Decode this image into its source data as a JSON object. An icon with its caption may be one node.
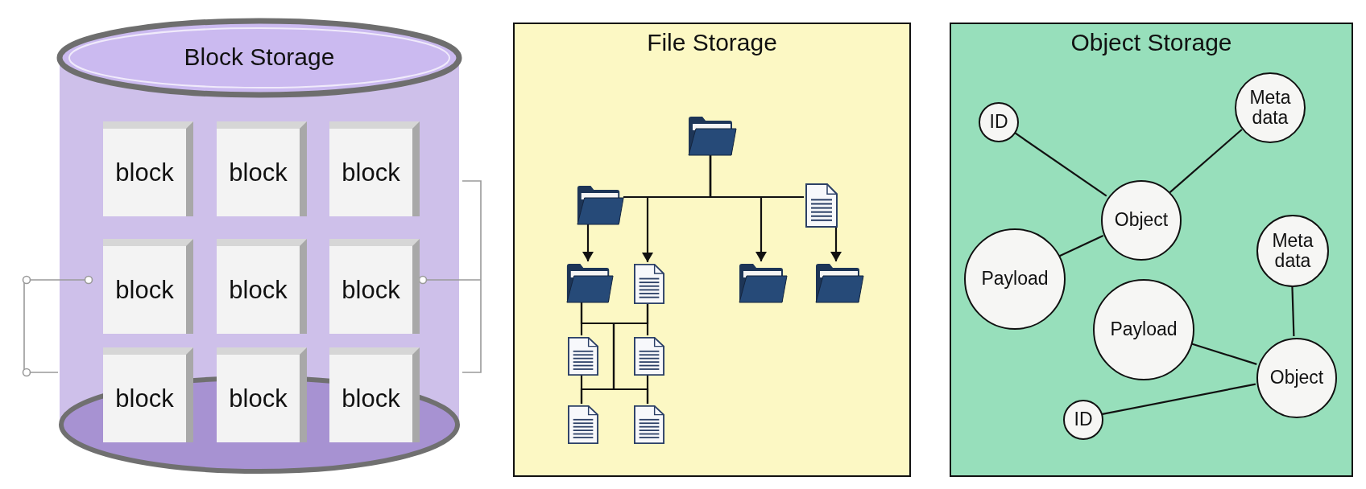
{
  "diagram": {
    "nodes": [
      {
        "text": [
          "Block Storage"
        ]
      },
      {
        "text": [
          "block"
        ],
        "in": 0
      },
      {
        "text": [
          "block"
        ],
        "in": 0
      },
      {
        "text": [
          "block"
        ],
        "in": 0
      },
      {
        "text": [
          "block"
        ],
        "in": 0
      },
      {
        "text": [
          "block"
        ],
        "in": 0
      },
      {
        "text": [
          "block"
        ],
        "in": 0
      },
      {
        "text": [
          "block"
        ],
        "in": 0
      },
      {
        "text": [
          "block"
        ],
        "in": 0
      },
      {
        "text": [
          "block"
        ],
        "in": 0
      },
      {
        "text": [
          "File Storage"
        ]
      },
      {
        "text": [],
        "shape": "picture",
        "in": 10
      },
      {
        "text": [],
        "shape": "picture",
        "in": 10
      },
      {
        "text": [],
        "shape": "picture",
        "in": 10
      },
      {
        "text": [],
        "shape": "picture",
        "in": 10
      },
      {
        "text": [],
        "shape": "picture",
        "in": 10
      },
      {
        "text": [],
        "shape": "picture",
        "in": 10
      },
      {
        "text": [],
        "shape": "picture",
        "in": 10
      },
      {
        "text": [],
        "shape": "picture",
        "in": 10
      },
      {
        "text": [],
        "shape": "picture",
        "in": 10
      },
      {
        "text": [],
        "shape": "picture",
        "in": 10
      },
      {
        "text": [],
        "shape": "picture",
        "in": 10
      },
      {
        "text": [
          "Object Storage"
        ]
      },
      {
        "text": [
          "ID"
        ],
        "in": 22
      },
      {
        "text": [
          "Meta data"
        ],
        "in": 22
      },
      {
        "text": [
          "Object"
        ],
        "in": 22
      },
      {
        "text": [
          "Meta data"
        ],
        "in": 22
      },
      {
        "text": [
          "Payload"
        ],
        "in": 22
      },
      {
        "text": [
          "Payload"
        ],
        "in": 22
      },
      {
        "text": [
          "Object"
        ],
        "in": 22
      },
      {
        "text": [
          "ID"
        ],
        "in": 22
      }
    ],
    "edges": [
      {
        "from": 11,
        "to": 12,
        "arrow": "none"
      },
      {
        "from": 11,
        "to": 13,
        "arrow": "none"
      },
      {
        "from": 11,
        "to": 15,
        "arrow": "to"
      },
      {
        "from": 11,
        "to": 16,
        "arrow": "to"
      },
      {
        "from": 12,
        "to": 14,
        "arrow": "to"
      },
      {
        "from": 13,
        "to": 17,
        "arrow": "to"
      },
      {
        "from": 14,
        "to": 18,
        "arrow": "none"
      },
      {
        "from": 15,
        "to": 19,
        "arrow": "none"
      },
      {
        "from": 14,
        "to": 20,
        "arrow": "none"
      },
      {
        "from": 15,
        "to": 21,
        "arrow": "none"
      },
      {
        "from": 18,
        "to": 20,
        "arrow": "none"
      },
      {
        "from": 19,
        "to": 21,
        "arrow": "none"
      },
      {
        "from": 23,
        "to": 25,
        "arrow": "none"
      },
      {
        "from": 24,
        "to": 25,
        "arrow": "none"
      },
      {
        "from": 25,
        "to": 27,
        "arrow": "none"
      },
      {
        "from": 26,
        "to": 29,
        "arrow": "none"
      },
      {
        "from": 28,
        "to": 29,
        "arrow": "none"
      },
      {
        "from": 29,
        "to": 30,
        "arrow": "none"
      }
    ]
  }
}
